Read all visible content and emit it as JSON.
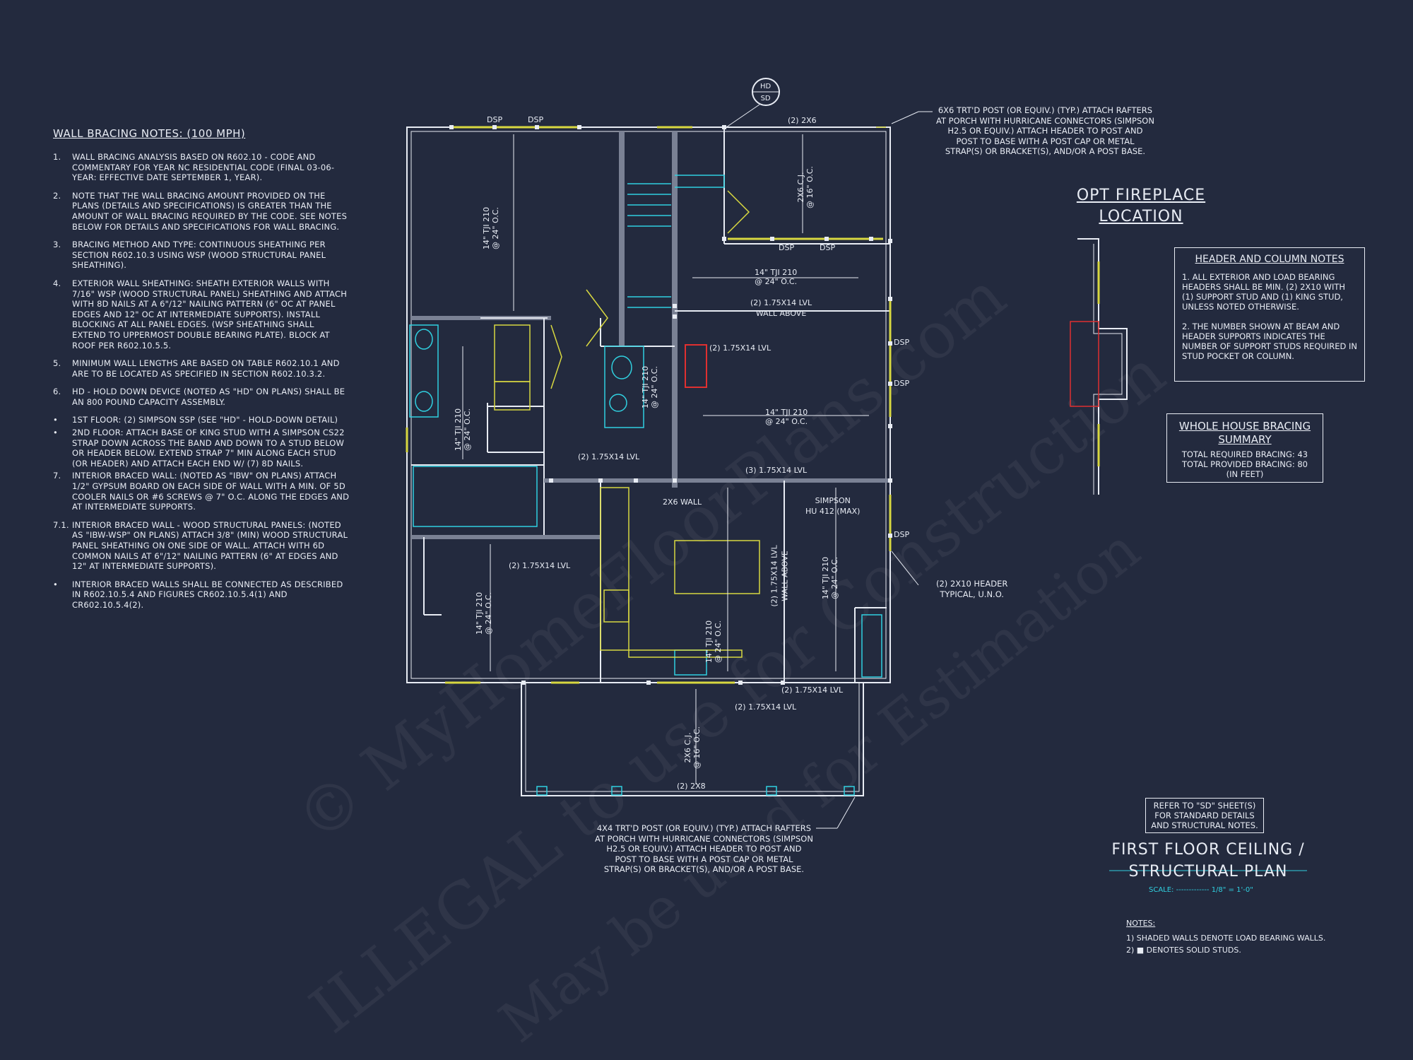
{
  "colors": {
    "background": "#232a3e",
    "line": "#e8ecf4",
    "accent_cyan": "#30d0e0",
    "accent_yellow": "#d8d840",
    "accent_red": "#e03030"
  },
  "wall_bracing": {
    "title": "WALL BRACING NOTES: (100 MPH)",
    "items": [
      {
        "num": "1.",
        "text": "WALL BRACING ANALYSIS BASED ON R602.10 - CODE AND COMMENTARY FOR YEAR NC RESIDENTIAL CODE (FINAL 03-06-YEAR: EFFECTIVE DATE SEPTEMBER 1, YEAR)."
      },
      {
        "num": "2.",
        "text": "NOTE THAT THE WALL BRACING AMOUNT PROVIDED ON THE PLANS (DETAILS AND SPECIFICATIONS) IS GREATER THAN THE AMOUNT OF WALL BRACING REQUIRED BY THE CODE. SEE NOTES BELOW FOR DETAILS AND SPECIFICATIONS FOR WALL BRACING."
      },
      {
        "num": "3.",
        "text": "BRACING METHOD AND TYPE: CONTINUOUS SHEATHING PER SECTION R602.10.3 USING WSP (WOOD STRUCTURAL PANEL SHEATHING)."
      },
      {
        "num": "4.",
        "text": "EXTERIOR WALL SHEATHING: SHEATH EXTERIOR WALLS WITH 7/16\" WSP (WOOD STRUCTURAL PANEL) SHEATHING AND ATTACH WITH 8d NAILS AT A 6\"/12\" NAILING PATTERN (6\" OC AT PANEL EDGES AND 12\" OC AT INTERMEDIATE SUPPORTS). INSTALL BLOCKING AT ALL PANEL EDGES. (WSP SHEATHING SHALL EXTEND TO UPPERMOST DOUBLE BEARING PLATE). BLOCK AT ROOF PER R602.10.5.5."
      },
      {
        "num": "5.",
        "text": "MINIMUM WALL LENGTHS ARE BASED ON TABLE R602.10.1 AND ARE TO BE LOCATED AS SPECIFIED IN SECTION R602.10.3.2."
      },
      {
        "num": "6.",
        "text": "HD - HOLD DOWN DEVICE (NOTED AS \"HD\" ON PLANS) SHALL BE AN 800 POUND CAPACITY ASSEMBLY."
      },
      {
        "num": "•",
        "text": "1ST FLOOR: (2) SIMPSON SSP (SEE \"HD\" - HOLD-DOWN DETAIL)"
      },
      {
        "num": "•",
        "text": "2ND FLOOR: ATTACH BASE OF KING STUD WITH A SIMPSON CS22 STRAP DOWN ACROSS THE BAND AND DOWN TO A STUD BELOW OR HEADER BELOW. EXTEND STRAP 7\" MIN ALONG EACH STUD (OR HEADER) AND ATTACH EACH END W/ (7) 8d NAILS."
      },
      {
        "num": "7.",
        "text": "INTERIOR BRACED WALL: (NOTED AS \"IBW\" ON PLANS) ATTACH 1/2\" GYPSUM BOARD ON EACH SIDE OF WALL WITH A MIN. OF 5d COOLER NAILS OR #6 SCREWS @ 7\" O.C. ALONG THE EDGES AND AT INTERMEDIATE SUPPORTS."
      },
      {
        "num": "7.1.",
        "text": "INTERIOR BRACED WALL - WOOD STRUCTURAL PANELS: (NOTED AS \"IBW-WSP\" ON PLANS) ATTACH 3/8\" (MIN) WOOD STRUCTURAL PANEL SHEATHING ON ONE SIDE OF WALL. ATTACH WITH 6d COMMON NAILS AT 6\"/12\" NAILING PATTERN (6\" AT EDGES AND 12\" AT INTERMEDIATE SUPPORTS)."
      },
      {
        "num": "•",
        "text": "INTERIOR BRACED WALLS SHALL BE CONNECTED AS DESCRIBED IN R602.10.5.4 AND FIGURES CR602.10.5.4(1) AND CR602.10.5.4(2)."
      }
    ]
  },
  "header_notes": {
    "title": "HEADER AND COLUMN NOTES",
    "items": [
      "1. ALL EXTERIOR AND LOAD BEARING HEADERS SHALL BE MIN. (2) 2x10 WITH (1) SUPPORT STUD AND (1) KING STUD, UNLESS NOTED OTHERWISE.",
      "2. THE NUMBER SHOWN AT BEAM AND HEADER SUPPORTS INDICATES THE NUMBER OF SUPPORT STUDS REQUIRED IN STUD POCKET OR COLUMN."
    ]
  },
  "bracing_summary": {
    "title": "WHOLE HOUSE BRACING SUMMARY",
    "required": "TOTAL REQUIRED BRACING: 43",
    "provided": "TOTAL PROVIDED BRACING: 80",
    "unit": "(IN FEET)"
  },
  "fireplace": {
    "line1": "OPT FIREPLACE",
    "line2": "LOCATION"
  },
  "refer_box": {
    "lines": [
      "REFER TO \"SD\" SHEET(S)",
      "FOR STANDARD DETAILS",
      "AND STRUCTURAL NOTES."
    ]
  },
  "plan_title": {
    "line1": "FIRST FLOOR CEILING /",
    "line2": "STRUCTURAL PLAN",
    "scale": "SCALE: ------------- 1/8\" = 1'-0\""
  },
  "notes": {
    "title": "NOTES:",
    "items": [
      "1) SHADED WALLS DENOTE LOAD BEARING WALLS.",
      "2) ■ DENOTES SOLID STUDS."
    ]
  },
  "callouts": {
    "post_6x6": [
      "6x6 TRT'D POST (OR EQUIV.) (TYP.) ATTACH RAFTERS",
      "AT PORCH WITH HURRICANE CONNECTORS (SIMPSON",
      "H2.5 OR EQUIV.) ATTACH HEADER TO POST AND",
      "POST TO BASE WITH A POST CAP OR METAL",
      "STRAP(S) OR BRACKET(S), AND/OR A POST BASE."
    ],
    "post_4x4": [
      "4x4 TRT'D POST (OR EQUIV.) (TYP.) ATTACH RAFTERS",
      "AT PORCH WITH HURRICANE CONNECTORS (SIMPSON",
      "H2.5 OR EQUIV.) ATTACH HEADER TO POST AND",
      "POST TO BASE WITH A POST CAP OR METAL",
      "STRAP(S) OR BRACKET(S), AND/OR A POST BASE."
    ],
    "header_2x10": [
      "(2) 2x10 HEADER",
      "TYPICAL, U.N.O."
    ],
    "simpson": [
      "SIMPSON",
      "HU 412 (MAX)"
    ],
    "hd": [
      "HD",
      "SD"
    ]
  },
  "plan_labels": {
    "tji_a": "14\" TJI 210",
    "oc24": "@ 24\" O.C.",
    "cj": "2x6 C.J.",
    "oc16": "@ 16\" O.C.",
    "lvl": "(2) 1.75x14 LVL",
    "lvl3": "(3) 1.75x14 LVL",
    "lvl1": "(2) 1.75x14 LVL",
    "wall_above": "WALL ABOVE",
    "wall2x6": "2x6 WALL",
    "top_2x6": "(2) 2x6",
    "bot_2x8": "(2) 2x8",
    "dsp": "DSP",
    "lvl_single": "(2) 1.75x14 LVL"
  },
  "watermarks": [
    "© MyHomeFloorPlans.com",
    "ILLEGAL to use for Construction",
    "May be used for Estimation"
  ]
}
